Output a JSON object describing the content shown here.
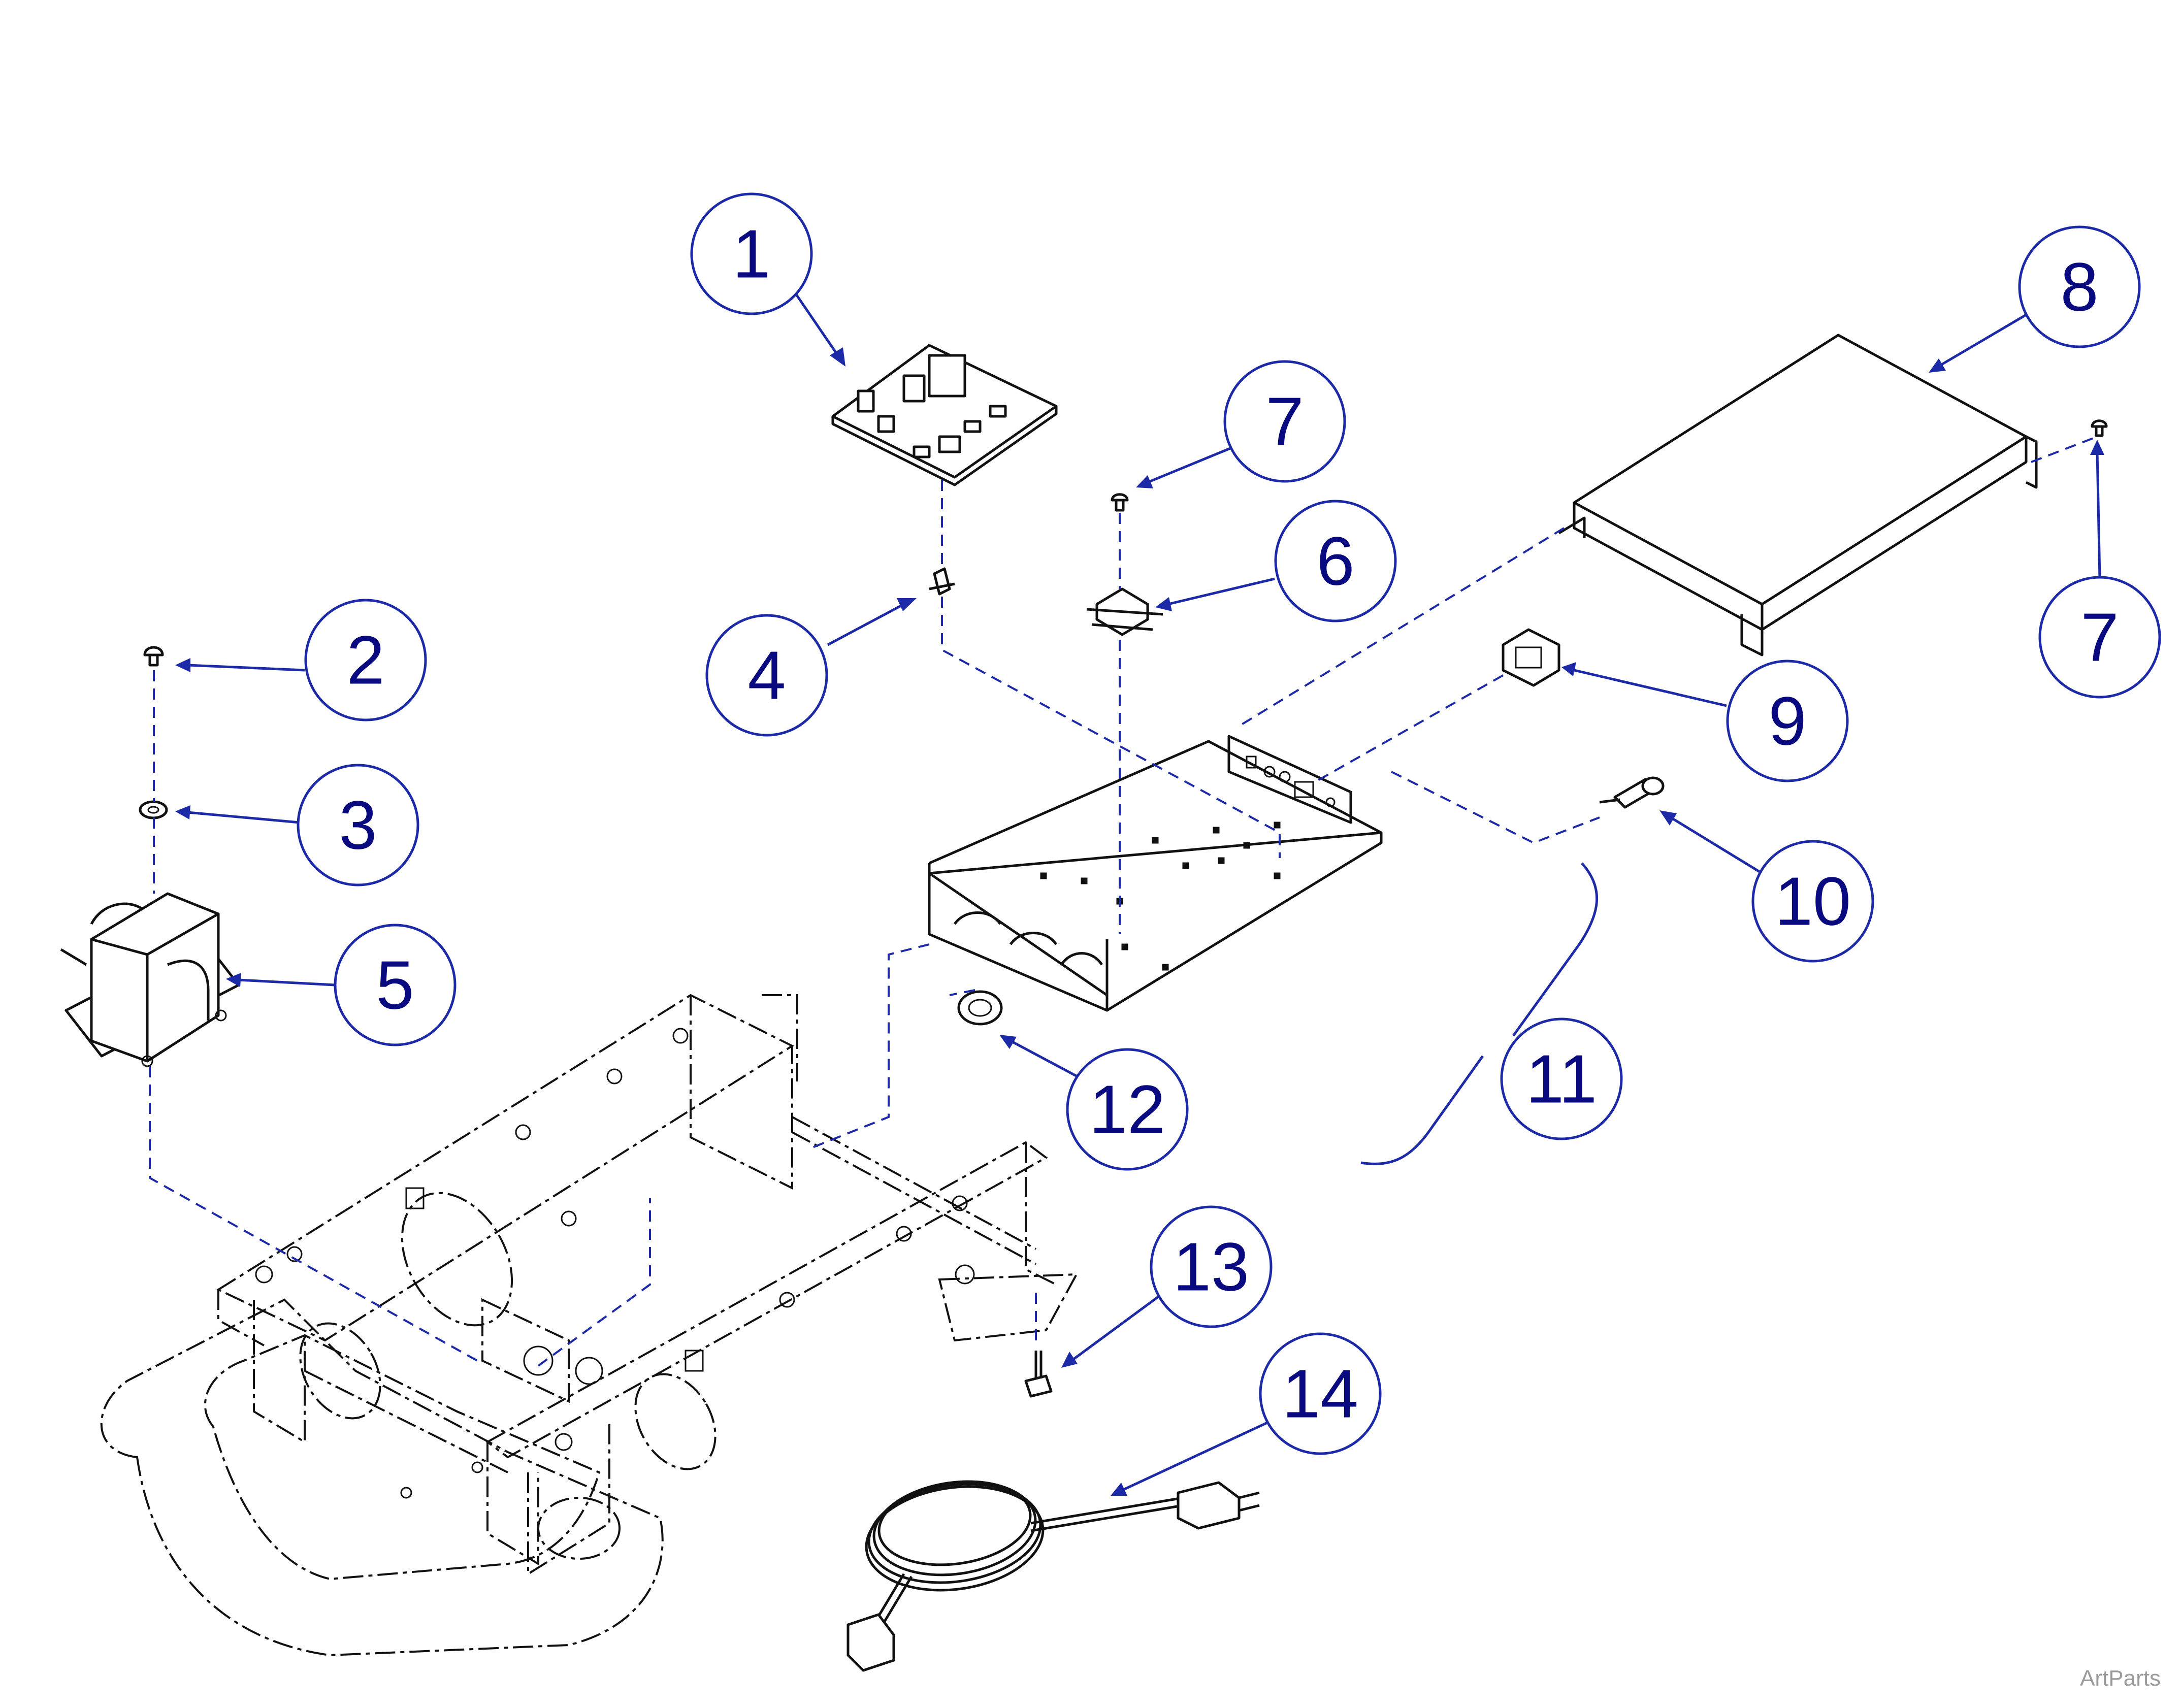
{
  "diagram": {
    "type": "exploded-parts-diagram",
    "callouts": [
      {
        "id": "c1",
        "label": "1"
      },
      {
        "id": "c2",
        "label": "2"
      },
      {
        "id": "c3",
        "label": "3"
      },
      {
        "id": "c4",
        "label": "4"
      },
      {
        "id": "c5",
        "label": "5"
      },
      {
        "id": "c6",
        "label": "6"
      },
      {
        "id": "c7a",
        "label": "7"
      },
      {
        "id": "c7b",
        "label": "7"
      },
      {
        "id": "c8",
        "label": "8"
      },
      {
        "id": "c9",
        "label": "9"
      },
      {
        "id": "c10",
        "label": "10"
      },
      {
        "id": "c11",
        "label": "11"
      },
      {
        "id": "c12",
        "label": "12"
      },
      {
        "id": "c13",
        "label": "13"
      },
      {
        "id": "c14",
        "label": "14"
      }
    ],
    "watermark": "ArtParts",
    "colors": {
      "callout": "#1d2aa8",
      "callout_text": "#0a0a80",
      "linework": "#111111",
      "watermark": "#9a9a9a"
    }
  }
}
